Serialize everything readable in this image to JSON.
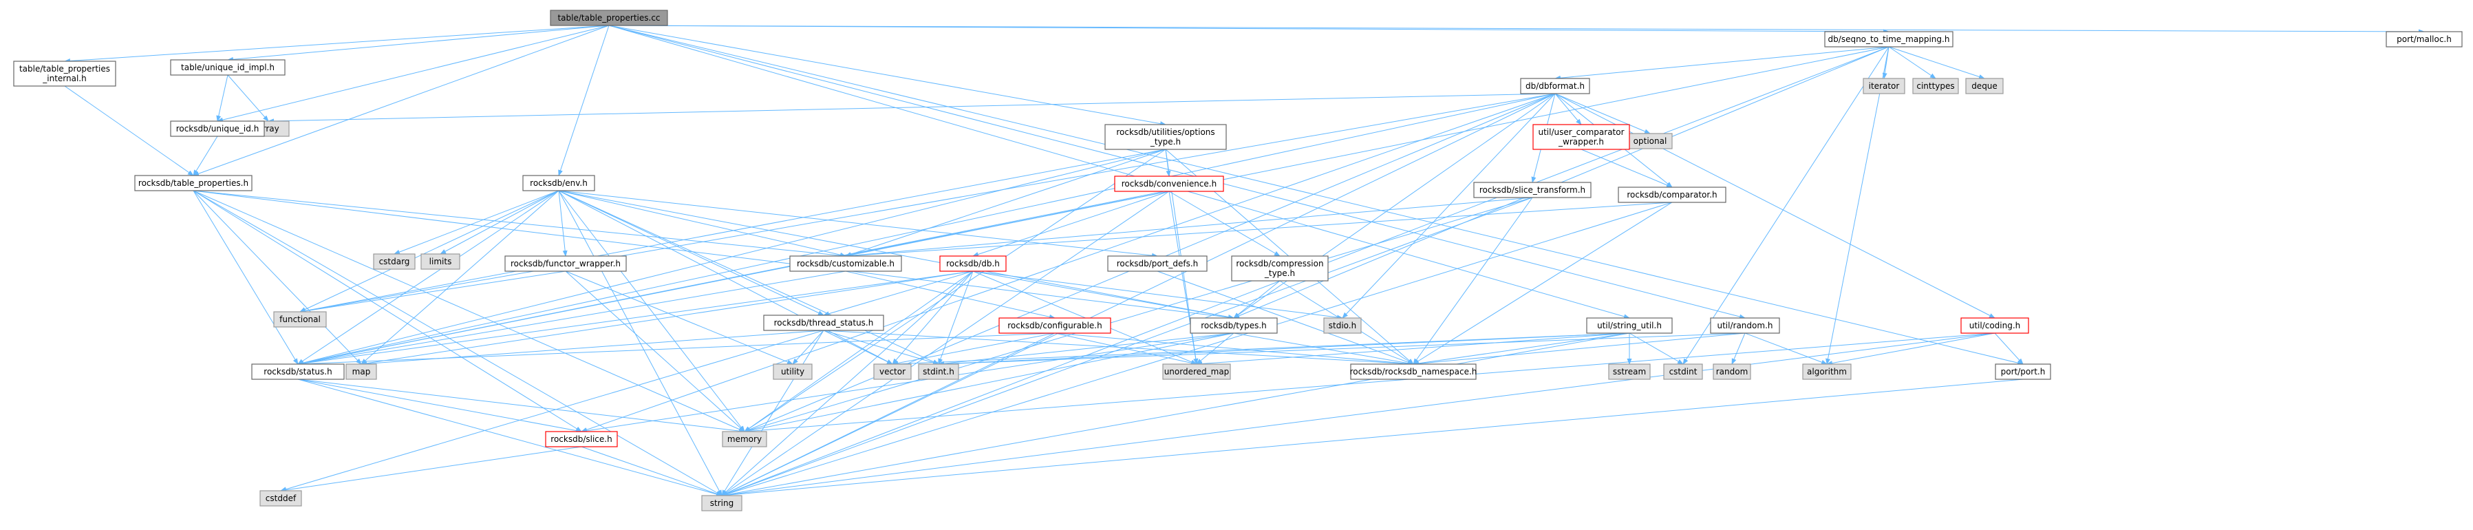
{
  "colors": {
    "edge": "#63b8ff",
    "root_fill": "#999999",
    "root_border": "#666666",
    "normal_fill": "#ffffff",
    "normal_border": "#666666",
    "external_fill": "#e0e0e0",
    "external_border": "#999999",
    "truncated_border": "#ff0000"
  },
  "nodes": {
    "table_properties_cc": {
      "label": [
        "table/table_properties.cc"
      ],
      "kind": "root"
    },
    "table_properties_internal_h": {
      "label": [
        "table/table_properties",
        "_internal.h"
      ],
      "kind": "normal"
    },
    "unique_id_impl_h": {
      "label": [
        "table/unique_id_impl.h"
      ],
      "kind": "normal"
    },
    "array": {
      "label": [
        "array"
      ],
      "kind": "external"
    },
    "unique_id_h": {
      "label": [
        "rocksdb/unique_id.h"
      ],
      "kind": "normal"
    },
    "rocksdb_table_properties_h": {
      "label": [
        "rocksdb/table_properties.h"
      ],
      "kind": "normal"
    },
    "env_h": {
      "label": [
        "rocksdb/env.h"
      ],
      "kind": "normal"
    },
    "cstdarg": {
      "label": [
        "cstdarg"
      ],
      "kind": "external"
    },
    "limits": {
      "label": [
        "limits"
      ],
      "kind": "external"
    },
    "functor_wrapper_h": {
      "label": [
        "rocksdb/functor_wrapper.h"
      ],
      "kind": "normal"
    },
    "functional": {
      "label": [
        "functional"
      ],
      "kind": "external"
    },
    "customizable_h": {
      "label": [
        "rocksdb/customizable.h"
      ],
      "kind": "normal"
    },
    "thread_status_h": {
      "label": [
        "rocksdb/thread_status.h"
      ],
      "kind": "normal"
    },
    "configurable_h": {
      "label": [
        "rocksdb/configurable.h"
      ],
      "kind": "truncated"
    },
    "db_h": {
      "label": [
        "rocksdb/db.h"
      ],
      "kind": "truncated"
    },
    "convenience_h": {
      "label": [
        "rocksdb/convenience.h"
      ],
      "kind": "truncated"
    },
    "options_type_h": {
      "label": [
        "rocksdb/utilities/options",
        "_type.h"
      ],
      "kind": "normal"
    },
    "port_defs_h": {
      "label": [
        "rocksdb/port_defs.h"
      ],
      "kind": "normal"
    },
    "compression_type_h": {
      "label": [
        "rocksdb/compression",
        "_type.h"
      ],
      "kind": "normal"
    },
    "types_h": {
      "label": [
        "rocksdb/types.h"
      ],
      "kind": "normal"
    },
    "status_h": {
      "label": [
        "rocksdb/status.h"
      ],
      "kind": "normal"
    },
    "slice_h": {
      "label": [
        "rocksdb/slice.h"
      ],
      "kind": "truncated"
    },
    "cstddef": {
      "label": [
        "cstddef"
      ],
      "kind": "external"
    },
    "string": {
      "label": [
        "string"
      ],
      "kind": "external"
    },
    "memory": {
      "label": [
        "memory"
      ],
      "kind": "external"
    },
    "map": {
      "label": [
        "map"
      ],
      "kind": "external"
    },
    "utility": {
      "label": [
        "utility"
      ],
      "kind": "external"
    },
    "vector": {
      "label": [
        "vector"
      ],
      "kind": "external"
    },
    "stdint_h": {
      "label": [
        "stdint.h"
      ],
      "kind": "external"
    },
    "unordered_map": {
      "label": [
        "unordered_map"
      ],
      "kind": "external"
    },
    "stdio_h": {
      "label": [
        "stdio.h"
      ],
      "kind": "external"
    },
    "namespace_h": {
      "label": [
        "rocksdb/rocksdb_namespace.h"
      ],
      "kind": "normal"
    },
    "seqno_h": {
      "label": [
        "db/seqno_to_time_mapping.h"
      ],
      "kind": "normal"
    },
    "dbformat_h": {
      "label": [
        "db/dbformat.h"
      ],
      "kind": "normal"
    },
    "iterator": {
      "label": [
        "iterator"
      ],
      "kind": "external"
    },
    "cinttypes": {
      "label": [
        "cinttypes"
      ],
      "kind": "external"
    },
    "deque": {
      "label": [
        "deque"
      ],
      "kind": "external"
    },
    "optional": {
      "label": [
        "optional"
      ],
      "kind": "external"
    },
    "user_comparator_wrapper_h": {
      "label": [
        "util/user_comparator",
        "_wrapper.h"
      ],
      "kind": "truncated"
    },
    "slice_transform_h": {
      "label": [
        "rocksdb/slice_transform.h"
      ],
      "kind": "normal"
    },
    "comparator_h": {
      "label": [
        "rocksdb/comparator.h"
      ],
      "kind": "normal"
    },
    "coding_h": {
      "label": [
        "util/coding.h"
      ],
      "kind": "truncated"
    },
    "port_h": {
      "label": [
        "port/port.h"
      ],
      "kind": "normal"
    },
    "algorithm": {
      "label": [
        "algorithm"
      ],
      "kind": "external"
    },
    "string_util_h": {
      "label": [
        "util/string_util.h"
      ],
      "kind": "normal"
    },
    "sstream": {
      "label": [
        "sstream"
      ],
      "kind": "external"
    },
    "cstdint": {
      "label": [
        "cstdint"
      ],
      "kind": "external"
    },
    "random_h": {
      "label": [
        "util/random.h"
      ],
      "kind": "normal"
    },
    "random": {
      "label": [
        "random"
      ],
      "kind": "external"
    },
    "malloc_h": {
      "label": [
        "port/malloc.h"
      ],
      "kind": "normal"
    }
  },
  "edges": [
    [
      "table_properties_cc",
      "table_properties_internal_h"
    ],
    [
      "table_properties_cc",
      "unique_id_impl_h"
    ],
    [
      "table_properties_cc",
      "unique_id_h"
    ],
    [
      "table_properties_cc",
      "rocksdb_table_properties_h"
    ],
    [
      "table_properties_cc",
      "env_h"
    ],
    [
      "table_properties_cc",
      "options_type_h"
    ],
    [
      "table_properties_cc",
      "seqno_h"
    ],
    [
      "table_properties_cc",
      "string_util_h"
    ],
    [
      "table_properties_cc",
      "random_h"
    ],
    [
      "table_properties_cc",
      "port_h"
    ],
    [
      "table_properties_cc",
      "malloc_h"
    ],
    [
      "table_properties_internal_h",
      "rocksdb_table_properties_h"
    ],
    [
      "unique_id_impl_h",
      "array"
    ],
    [
      "unique_id_impl_h",
      "unique_id_h"
    ],
    [
      "unique_id_h",
      "rocksdb_table_properties_h"
    ],
    [
      "rocksdb_table_properties_h",
      "string"
    ],
    [
      "rocksdb_table_properties_h",
      "map"
    ],
    [
      "rocksdb_table_properties_h",
      "memory"
    ],
    [
      "rocksdb_table_properties_h",
      "customizable_h"
    ],
    [
      "rocksdb_table_properties_h",
      "status_h"
    ],
    [
      "rocksdb_table_properties_h",
      "types_h"
    ],
    [
      "rocksdb_table_properties_h",
      "slice_h"
    ],
    [
      "env_h",
      "cstdarg"
    ],
    [
      "env_h",
      "limits"
    ],
    [
      "env_h",
      "functional"
    ],
    [
      "env_h",
      "functor_wrapper_h"
    ],
    [
      "env_h",
      "customizable_h"
    ],
    [
      "env_h",
      "thread_status_h"
    ],
    [
      "env_h",
      "port_defs_h"
    ],
    [
      "env_h",
      "status_h"
    ],
    [
      "env_h",
      "types_h"
    ],
    [
      "env_h",
      "memory"
    ],
    [
      "env_h",
      "string"
    ],
    [
      "env_h",
      "vector"
    ],
    [
      "env_h",
      "stdint_h"
    ],
    [
      "env_h",
      "map"
    ],
    [
      "functor_wrapper_h",
      "functional"
    ],
    [
      "functor_wrapper_h",
      "memory"
    ],
    [
      "functor_wrapper_h",
      "utility"
    ],
    [
      "customizable_h",
      "configurable_h"
    ],
    [
      "customizable_h",
      "status_h"
    ],
    [
      "thread_status_h",
      "stdint_h"
    ],
    [
      "thread_status_h",
      "cstddef"
    ],
    [
      "thread_status_h",
      "map"
    ],
    [
      "thread_status_h",
      "string"
    ],
    [
      "thread_status_h",
      "utility"
    ],
    [
      "thread_status_h",
      "vector"
    ],
    [
      "thread_status_h",
      "namespace_h"
    ],
    [
      "configurable_h",
      "string"
    ],
    [
      "configurable_h",
      "unordered_map"
    ],
    [
      "configurable_h",
      "vector"
    ],
    [
      "configurable_h",
      "namespace_h"
    ],
    [
      "configurable_h",
      "status_h"
    ],
    [
      "db_h",
      "stdint_h"
    ],
    [
      "db_h",
      "stdio_h"
    ],
    [
      "db_h",
      "map"
    ],
    [
      "db_h",
      "memory"
    ],
    [
      "db_h",
      "string"
    ],
    [
      "db_h",
      "unordered_map"
    ],
    [
      "db_h",
      "vector"
    ],
    [
      "db_h",
      "types_h"
    ],
    [
      "db_h",
      "thread_status_h"
    ],
    [
      "db_h",
      "status_h"
    ],
    [
      "convenience_h",
      "db_h"
    ],
    [
      "convenience_h",
      "compression_type_h"
    ],
    [
      "convenience_h",
      "customizable_h"
    ],
    [
      "convenience_h",
      "status_h"
    ],
    [
      "convenience_h",
      "string"
    ],
    [
      "convenience_h",
      "unordered_map"
    ],
    [
      "options_type_h",
      "convenience_h"
    ],
    [
      "options_type_h",
      "customizable_h"
    ],
    [
      "options_type_h",
      "status_h"
    ],
    [
      "options_type_h",
      "functional"
    ],
    [
      "options_type_h",
      "memory"
    ],
    [
      "options_type_h",
      "unordered_map"
    ],
    [
      "options_type_h",
      "namespace_h"
    ],
    [
      "port_defs_h",
      "namespace_h"
    ],
    [
      "compression_type_h",
      "types_h"
    ],
    [
      "compression_type_h",
      "namespace_h"
    ],
    [
      "types_h",
      "stdint_h"
    ],
    [
      "types_h",
      "memory"
    ],
    [
      "types_h",
      "unordered_map"
    ],
    [
      "types_h",
      "namespace_h"
    ],
    [
      "types_h",
      "slice_h"
    ],
    [
      "status_h",
      "memory"
    ],
    [
      "status_h",
      "string"
    ],
    [
      "status_h",
      "slice_h"
    ],
    [
      "slice_h",
      "cstddef"
    ],
    [
      "slice_h",
      "string"
    ],
    [
      "seqno_h",
      "deque"
    ],
    [
      "seqno_h",
      "iterator"
    ],
    [
      "seqno_h",
      "cinttypes"
    ],
    [
      "seqno_h",
      "string"
    ],
    [
      "seqno_h",
      "algorithm"
    ],
    [
      "seqno_h",
      "cstdint"
    ],
    [
      "seqno_h",
      "dbformat_h"
    ],
    [
      "seqno_h",
      "status_h"
    ],
    [
      "seqno_h",
      "types_h"
    ],
    [
      "dbformat_h",
      "array"
    ],
    [
      "dbformat_h",
      "optional"
    ],
    [
      "dbformat_h",
      "functional"
    ],
    [
      "dbformat_h",
      "memory"
    ],
    [
      "dbformat_h",
      "stdio_h"
    ],
    [
      "dbformat_h",
      "string"
    ],
    [
      "dbformat_h",
      "user_comparator_wrapper_h"
    ],
    [
      "dbformat_h",
      "slice_transform_h"
    ],
    [
      "dbformat_h",
      "comparator_h"
    ],
    [
      "dbformat_h",
      "coding_h"
    ],
    [
      "dbformat_h",
      "types_h"
    ],
    [
      "dbformat_h",
      "slice_h"
    ],
    [
      "dbformat_h",
      "status_h"
    ],
    [
      "user_comparator_wrapper_h",
      "comparator_h"
    ],
    [
      "slice_transform_h",
      "memory"
    ],
    [
      "slice_transform_h",
      "string"
    ],
    [
      "slice_transform_h",
      "customizable_h"
    ],
    [
      "slice_transform_h",
      "namespace_h"
    ],
    [
      "comparator_h",
      "string"
    ],
    [
      "comparator_h",
      "customizable_h"
    ],
    [
      "comparator_h",
      "namespace_h"
    ],
    [
      "coding_h",
      "algorithm"
    ],
    [
      "coding_h",
      "string"
    ],
    [
      "coding_h",
      "port_h"
    ],
    [
      "coding_h",
      "memory"
    ],
    [
      "port_h",
      "string"
    ],
    [
      "string_util_h",
      "cstdint"
    ],
    [
      "string_util_h",
      "sstream"
    ],
    [
      "string_util_h",
      "string"
    ],
    [
      "string_util_h",
      "unordered_map"
    ],
    [
      "string_util_h",
      "vector"
    ],
    [
      "string_util_h",
      "namespace_h"
    ],
    [
      "string_util_h",
      "stdint_h"
    ],
    [
      "random_h",
      "algorithm"
    ],
    [
      "random_h",
      "random"
    ],
    [
      "random_h",
      "stdint_h"
    ],
    [
      "random_h",
      "namespace_h"
    ]
  ]
}
